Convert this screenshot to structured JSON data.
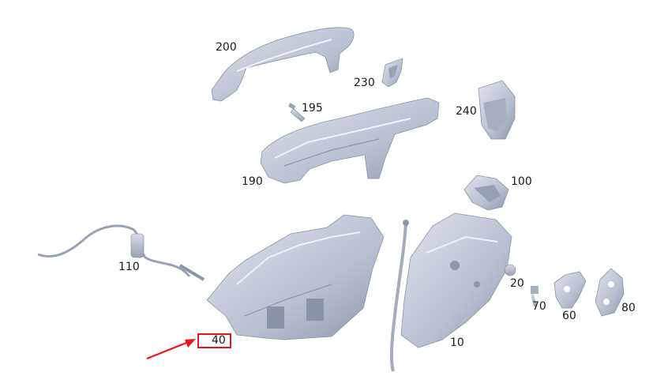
{
  "diagram": {
    "callouts": [
      {
        "id": "200",
        "text": "200"
      },
      {
        "id": "230",
        "text": "230"
      },
      {
        "id": "195",
        "text": "195"
      },
      {
        "id": "240",
        "text": "240"
      },
      {
        "id": "190",
        "text": "190"
      },
      {
        "id": "100",
        "text": "100"
      },
      {
        "id": "110",
        "text": "110"
      },
      {
        "id": "40",
        "text": "40"
      },
      {
        "id": "10",
        "text": "10"
      },
      {
        "id": "20",
        "text": "20"
      },
      {
        "id": "70",
        "text": "70"
      },
      {
        "id": "60",
        "text": "60"
      },
      {
        "id": "80",
        "text": "80"
      }
    ],
    "highlighted_callout": "40",
    "colors": {
      "part_fill": "#c3cad8",
      "part_shade": "#8f98ab",
      "part_dark": "#6f788c",
      "highlight": "#e8141b"
    }
  }
}
